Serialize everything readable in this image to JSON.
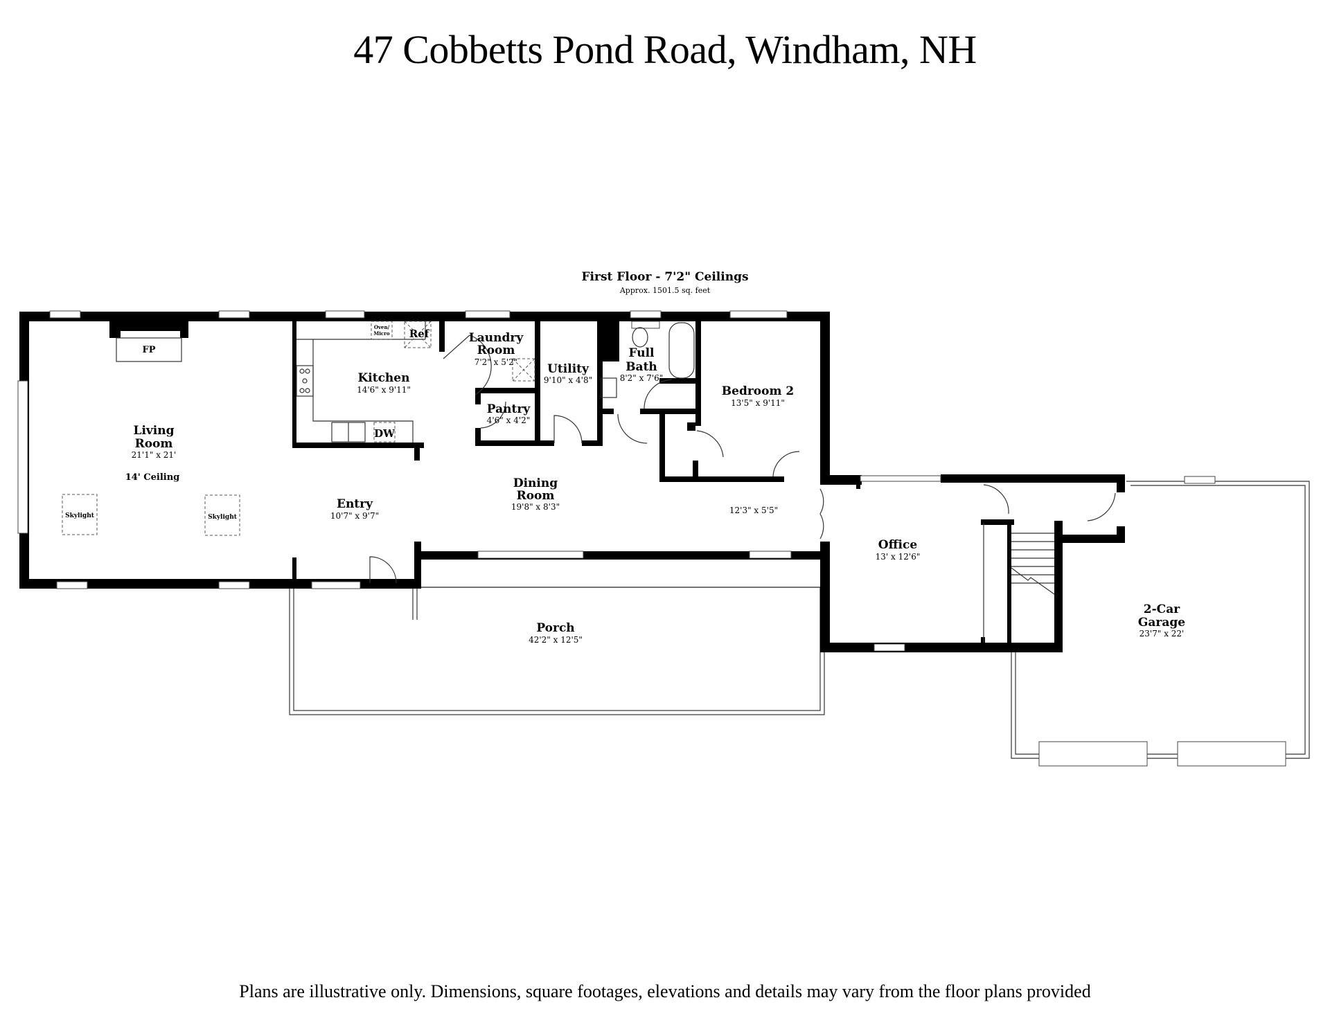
{
  "title": "47 Cobbetts Pond Road, Windham, NH",
  "floor": {
    "heading": "First Floor - 7'2\" Ceilings",
    "area": "Approx. 1501.5 sq. feet"
  },
  "rooms": {
    "living": {
      "name_line1": "Living",
      "name_line2": "Room",
      "dims": "21'1\" x 21'",
      "note": "14' Ceiling"
    },
    "kitchen": {
      "name": "Kitchen",
      "dims": "14'6\" x 9'11\""
    },
    "laundry": {
      "name_line1": "Laundry",
      "name_line2": "Room",
      "dims": "7'2\" x 5'2\""
    },
    "pantry": {
      "name": "Pantry",
      "dims": "4'6\" x 4'2\""
    },
    "utility": {
      "name": "Utility",
      "dims": "9'10\" x 4'8\""
    },
    "bath": {
      "name_line1": "Full",
      "name_line2": "Bath",
      "dims": "8'2\" x 7'6\""
    },
    "bedroom2": {
      "name": "Bedroom 2",
      "dims": "13'5\" x 9'11\""
    },
    "entry": {
      "name": "Entry",
      "dims": "10'7\" x 9'7\""
    },
    "dining": {
      "name_line1": "Dining",
      "name_line2": "Room",
      "dims": "19'8\" x 8'3\""
    },
    "hall": {
      "dims": "12'3\" x 5'5\""
    },
    "office": {
      "name": "Office",
      "dims": "13' x 12'6\""
    },
    "porch": {
      "name": "Porch",
      "dims": "42'2\" x 12'5\""
    },
    "garage": {
      "name_line1": "2-Car",
      "name_line2": "Garage",
      "dims": "23'7\" x 22'"
    }
  },
  "fixtures": {
    "fireplace": "FP",
    "skylight_1": "Skylight",
    "skylight_2": "Skylight",
    "oven_line1": "Oven/",
    "oven_line2": "Micro",
    "refrigerator": "Ref",
    "dishwasher": "DW"
  },
  "disclaimer": "Plans are illustrative only. Dimensions, square footages, elevations and details may vary from the floor plans provided"
}
